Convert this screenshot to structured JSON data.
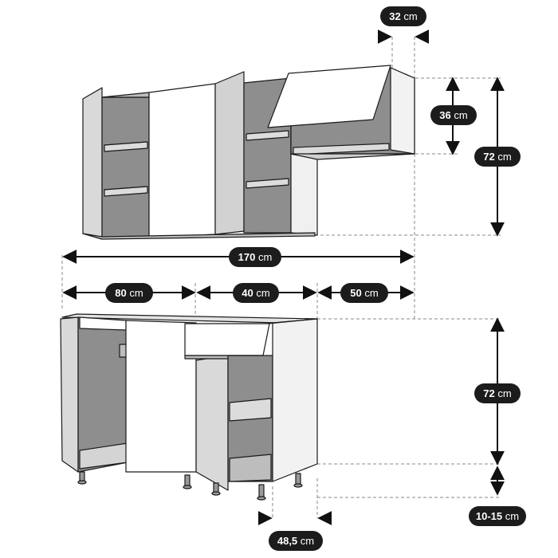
{
  "colors": {
    "pill_bg": "#1c1c1c",
    "pill_text": "#ffffff",
    "line": "#111111",
    "dashed": "#8a8a8a",
    "carcass_face": "#ffffff",
    "carcass_side": "#d9d9d9",
    "interior": "#8e8e8e",
    "interior_dark": "#6f6f6f",
    "outline": "#1a1a1a"
  },
  "dimensions": {
    "top_depth": {
      "value": "32",
      "unit": "cm"
    },
    "top_flap_height": {
      "value": "36",
      "unit": "cm"
    },
    "top_height": {
      "value": "72",
      "unit": "cm"
    },
    "total_width": {
      "value": "170",
      "unit": "cm"
    },
    "base_width_1": {
      "value": "80",
      "unit": "cm"
    },
    "base_width_2": {
      "value": "40",
      "unit": "cm"
    },
    "base_width_3": {
      "value": "50",
      "unit": "cm"
    },
    "base_height": {
      "value": "72",
      "unit": "cm"
    },
    "leg_height": {
      "value": "10-15",
      "unit": "cm"
    },
    "base_depth": {
      "value": "48,5",
      "unit": "cm"
    }
  }
}
